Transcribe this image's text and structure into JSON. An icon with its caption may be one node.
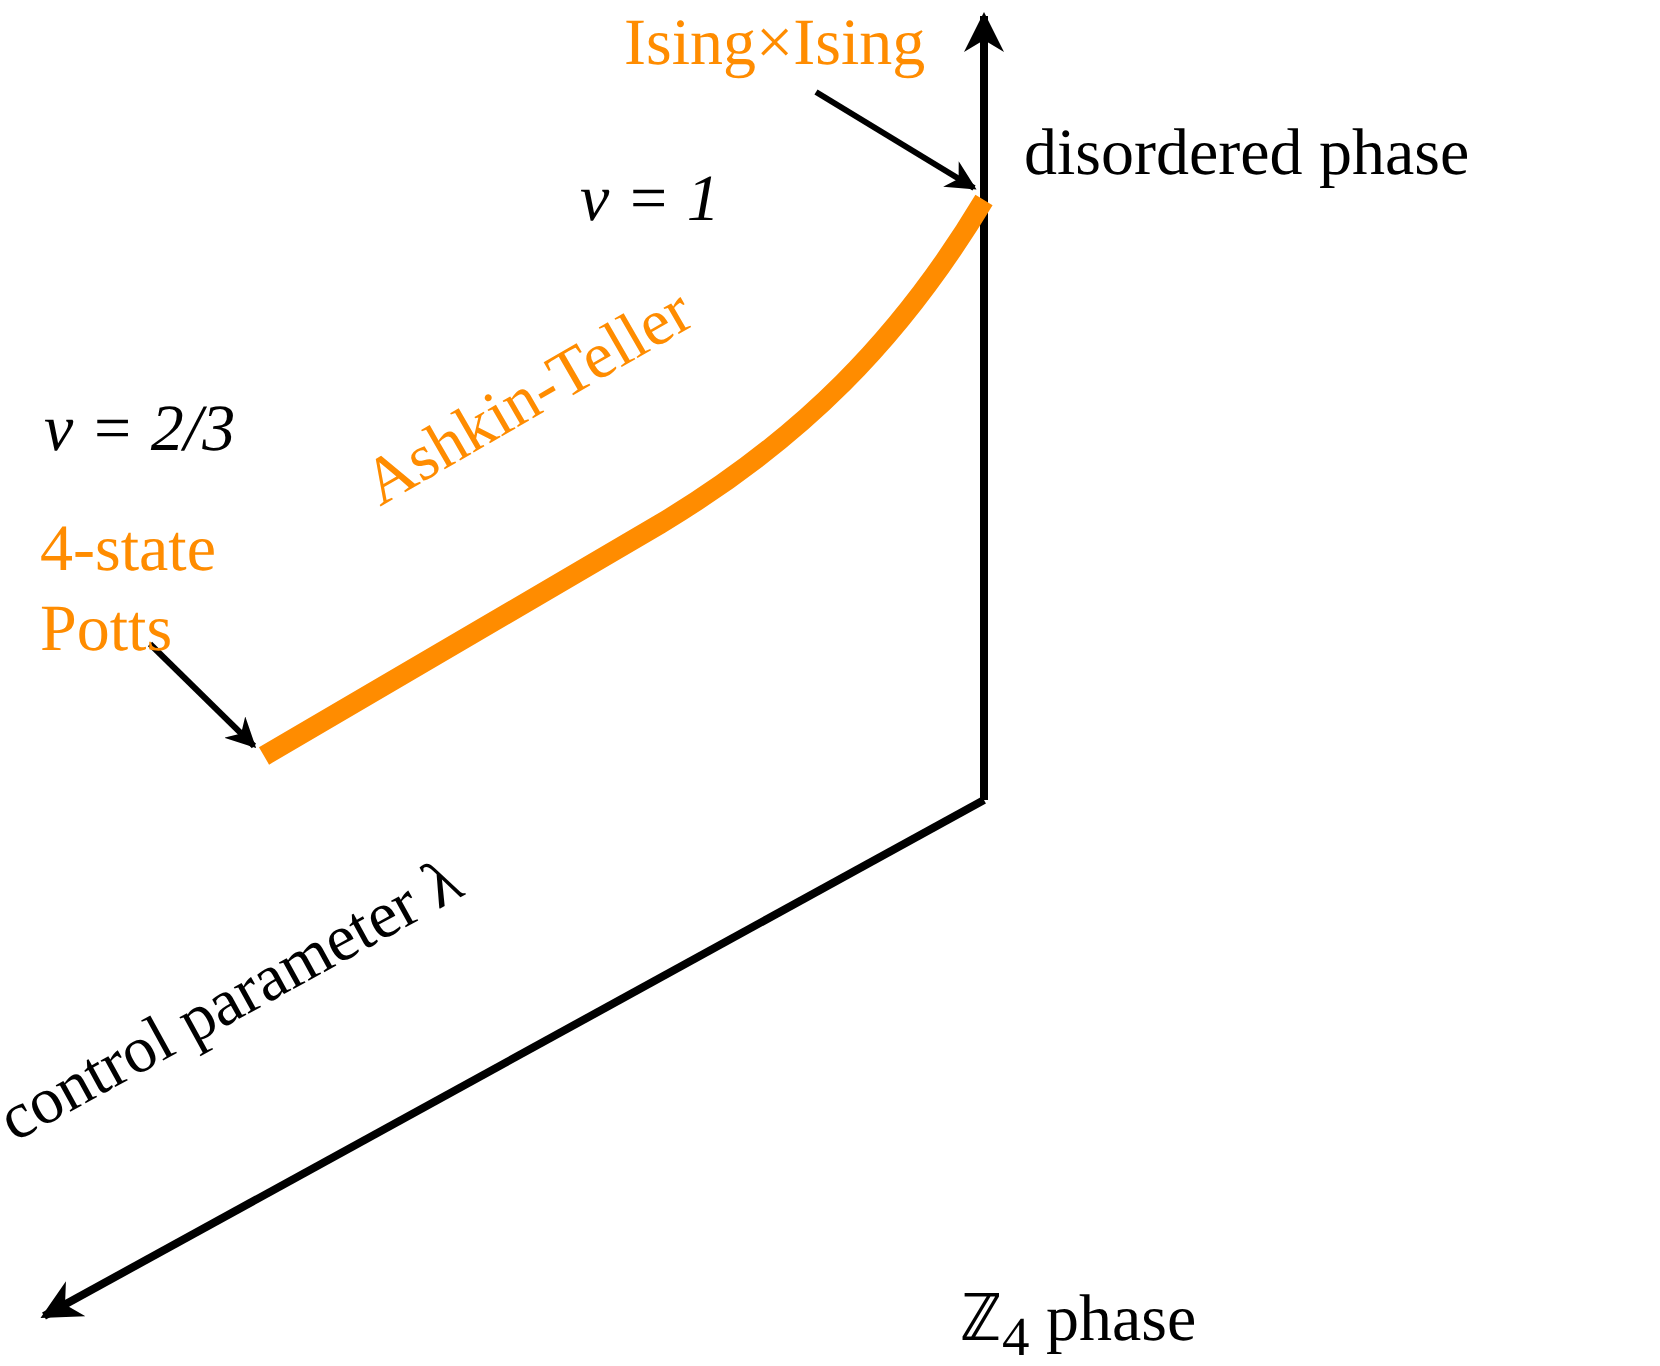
{
  "diagram": {
    "nodes": [
      {
        "text": [
          "Ising×Ising"
        ]
      },
      {
        "text": [
          "4-state Potts"
        ]
      }
    ],
    "edges": [
      {
        "from": 0,
        "to": null,
        "arrow": "to"
      },
      {
        "from": 1,
        "to": null,
        "arrow": "to"
      }
    ],
    "labels": [
      "disordered phase",
      "ν = 1",
      "ν = 2/3",
      "Ashkin-Teller",
      "control parameter λ",
      "ℤ$_{4}$ phase"
    ]
  }
}
